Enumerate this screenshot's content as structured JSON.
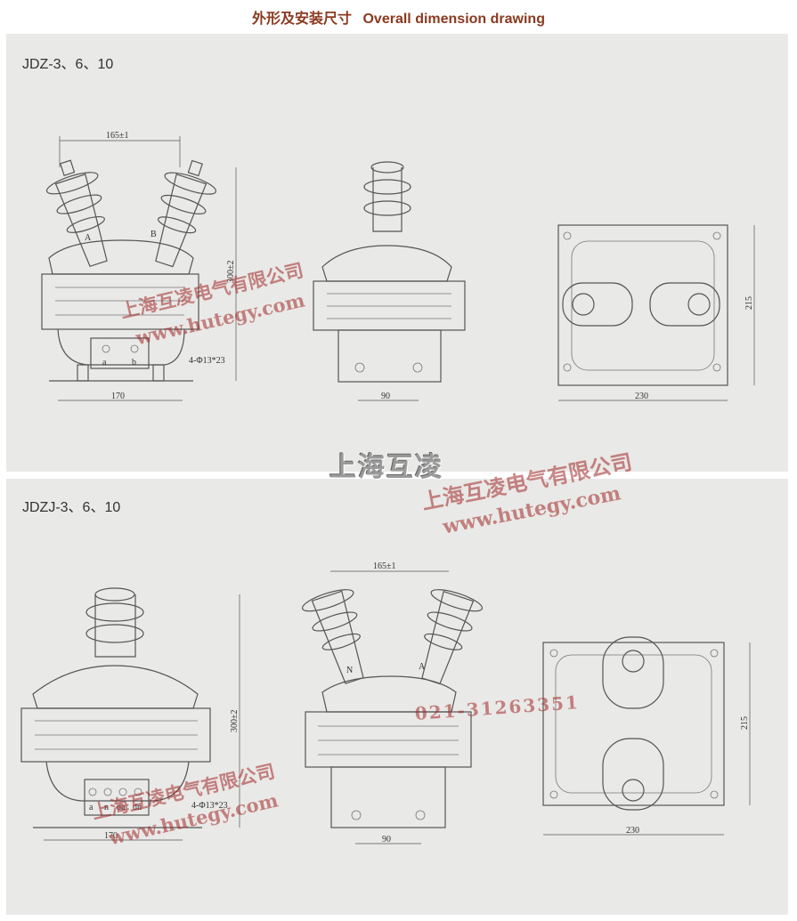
{
  "header": {
    "title_cn": "外形及安装尺寸",
    "title_en": "Overall dimension drawing"
  },
  "panels": [
    {
      "model": "JDZ-3、6、10",
      "dims": {
        "terminal_spacing": "165±1",
        "height": "300±2",
        "base_width": "170",
        "base_depth": "90",
        "plate_width": "230",
        "plate_height": "215",
        "holes": "4-Φ13*23"
      },
      "terminals_primary": [
        "A",
        "B"
      ],
      "terminals_secondary": [
        "a",
        "b"
      ]
    },
    {
      "model": "JDZJ-3、6、10",
      "dims": {
        "terminal_spacing": "165±1",
        "height": "300±2",
        "base_width": "170",
        "base_depth": "90",
        "plate_width": "230",
        "plate_height": "215",
        "holes": "4-Φ13*23"
      },
      "terminals_primary": [
        "N",
        "A"
      ],
      "terminals_secondary": [
        "a",
        "n",
        "da",
        "dn"
      ]
    }
  ],
  "watermarks": {
    "company": "上海互凌电气有限公司",
    "url": "www.hutegy.com",
    "short": "上海互凌",
    "phone": "021-31263351"
  }
}
